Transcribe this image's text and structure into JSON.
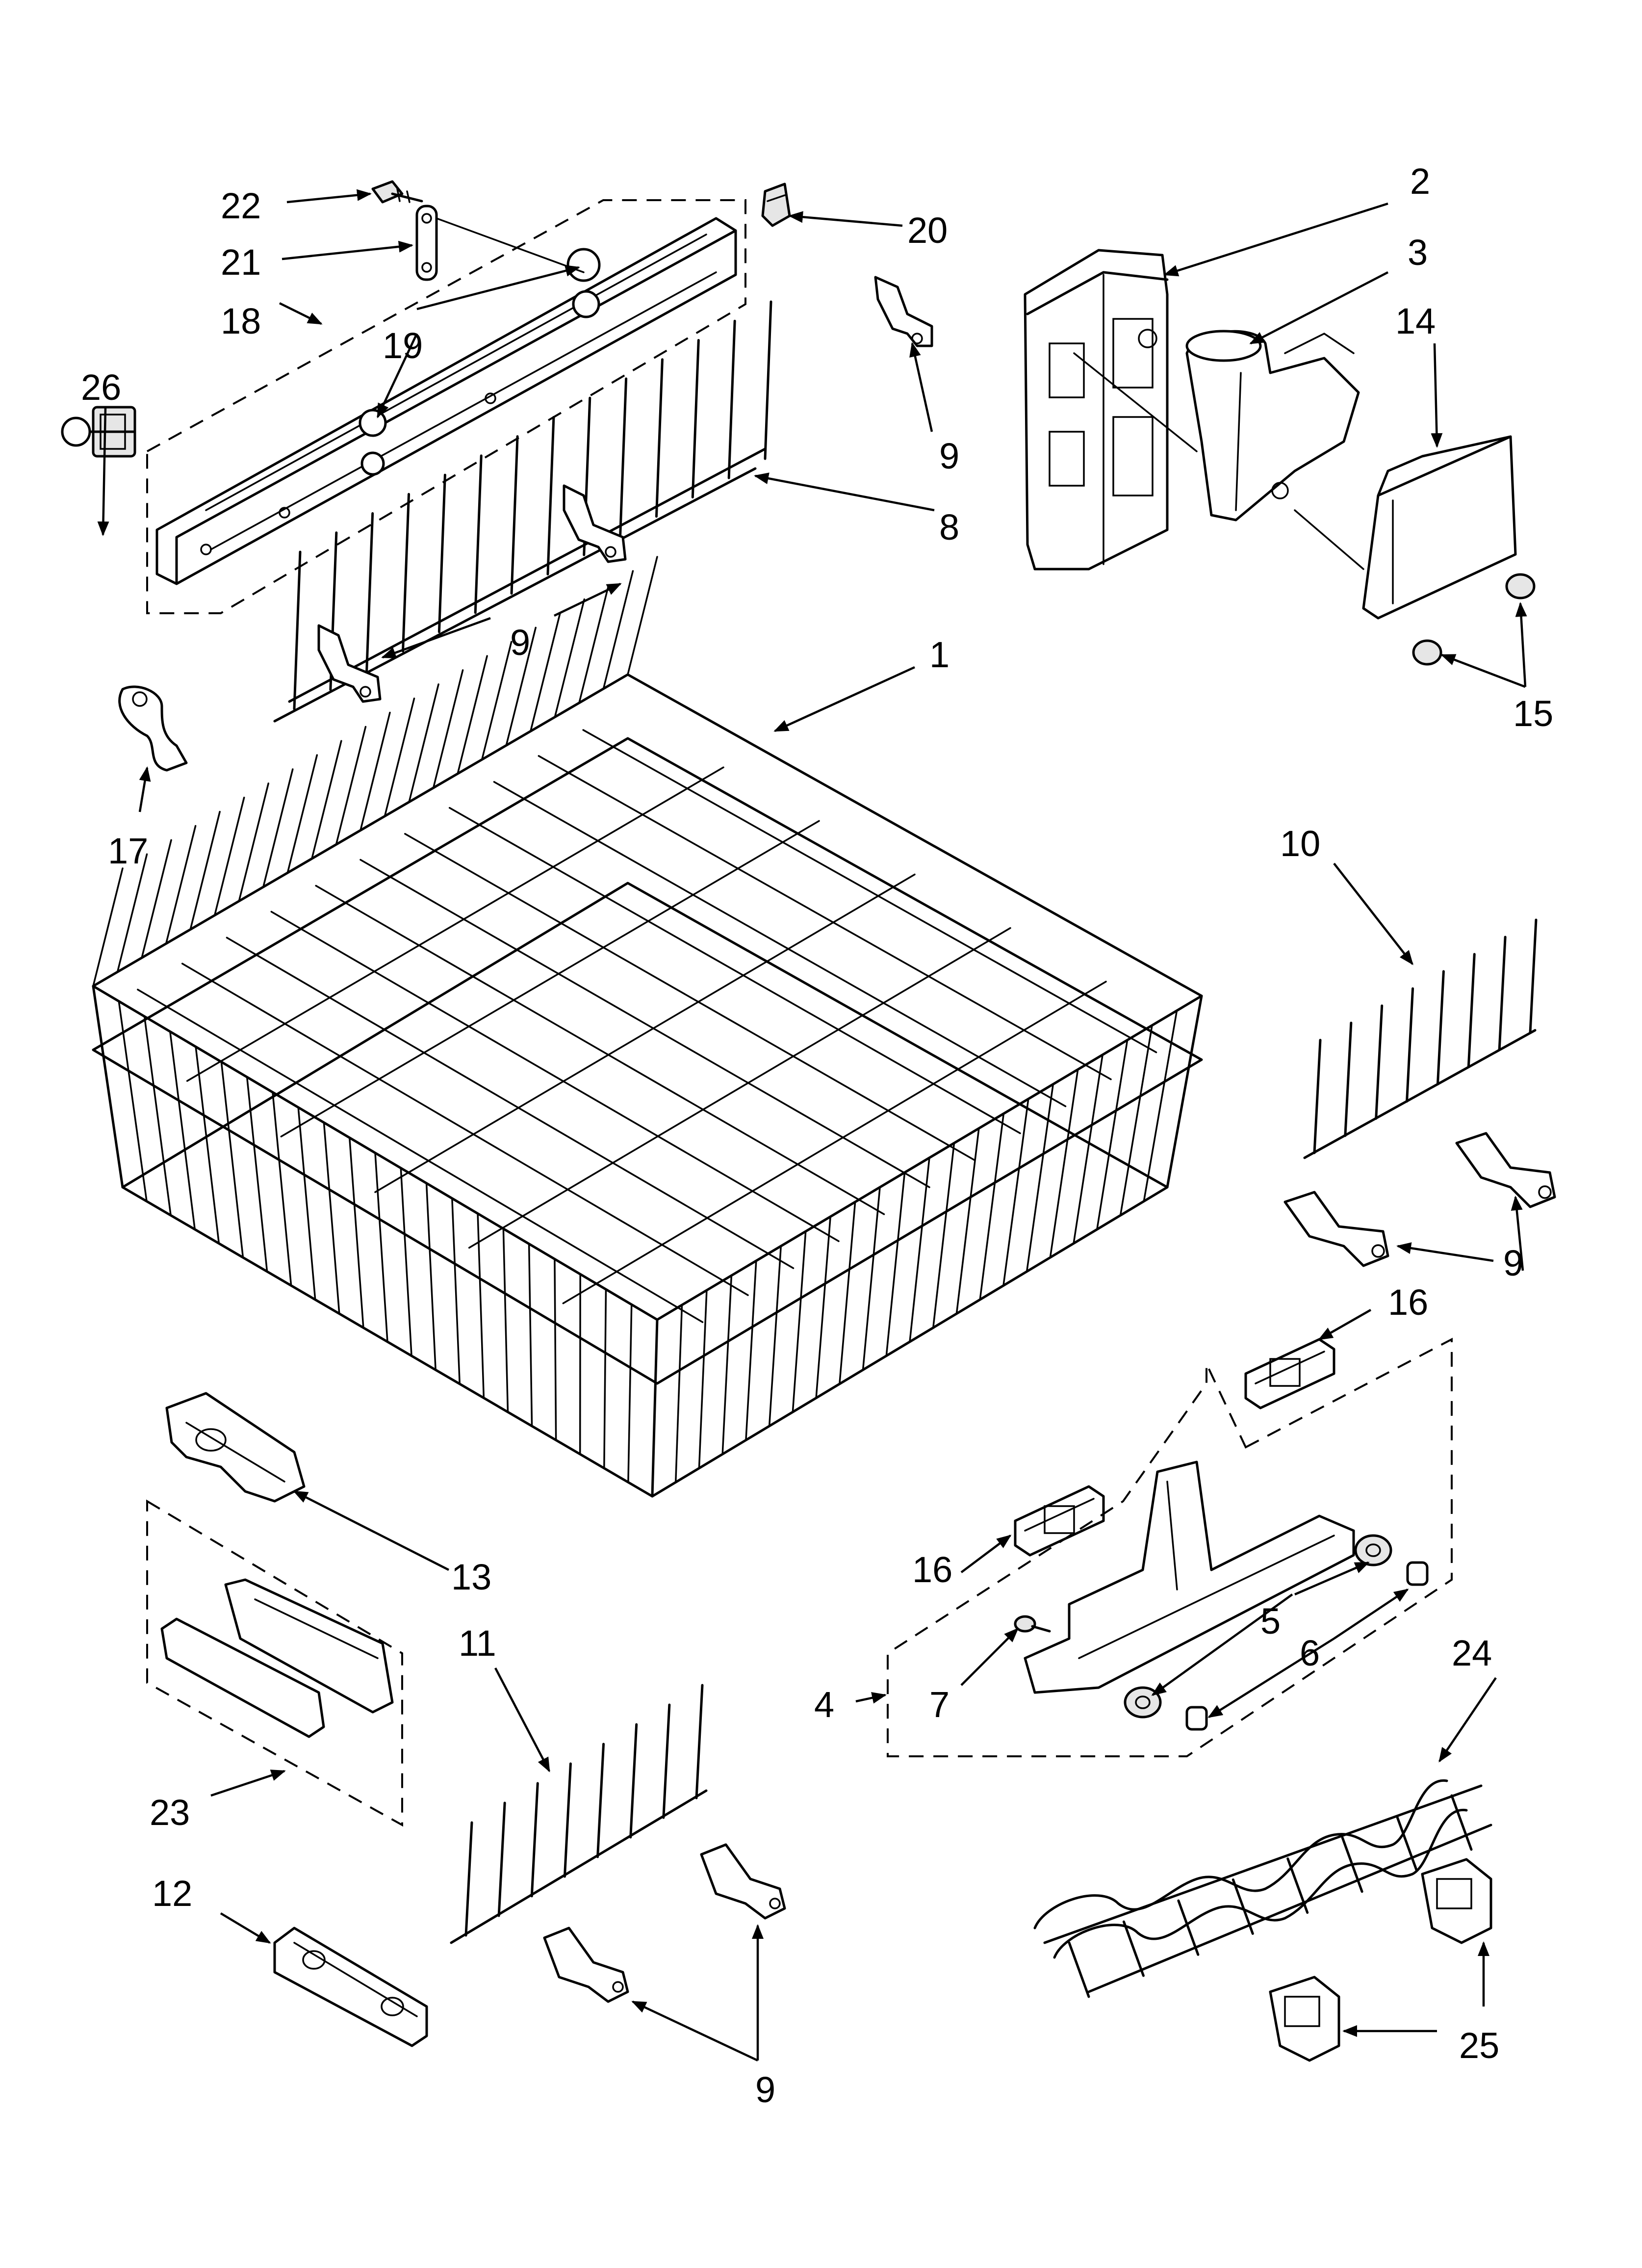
{
  "callouts": [
    {
      "id": "c22",
      "text": "22"
    },
    {
      "id": "c21",
      "text": "21"
    },
    {
      "id": "c18",
      "text": "18"
    },
    {
      "id": "c19a",
      "text": "19"
    },
    {
      "id": "c26",
      "text": "26"
    },
    {
      "id": "c20",
      "text": "20"
    },
    {
      "id": "c9a",
      "text": "9"
    },
    {
      "id": "c8",
      "text": "8"
    },
    {
      "id": "c9b",
      "text": "9"
    },
    {
      "id": "c2",
      "text": "2"
    },
    {
      "id": "c3",
      "text": "3"
    },
    {
      "id": "c14",
      "text": "14"
    },
    {
      "id": "c15",
      "text": "15"
    },
    {
      "id": "c1",
      "text": "1"
    },
    {
      "id": "c17",
      "text": "17"
    },
    {
      "id": "c10",
      "text": "10"
    },
    {
      "id": "c9c",
      "text": "9"
    },
    {
      "id": "c16a",
      "text": "16"
    },
    {
      "id": "c16b",
      "text": "16"
    },
    {
      "id": "c13",
      "text": "13"
    },
    {
      "id": "c5",
      "text": "5"
    },
    {
      "id": "c6",
      "text": "6"
    },
    {
      "id": "c7",
      "text": "7"
    },
    {
      "id": "c4",
      "text": "4"
    },
    {
      "id": "c24",
      "text": "24"
    },
    {
      "id": "c11",
      "text": "11"
    },
    {
      "id": "c23",
      "text": "23"
    },
    {
      "id": "c12",
      "text": "12"
    },
    {
      "id": "c25",
      "text": "25"
    },
    {
      "id": "c9d",
      "text": "9"
    }
  ]
}
